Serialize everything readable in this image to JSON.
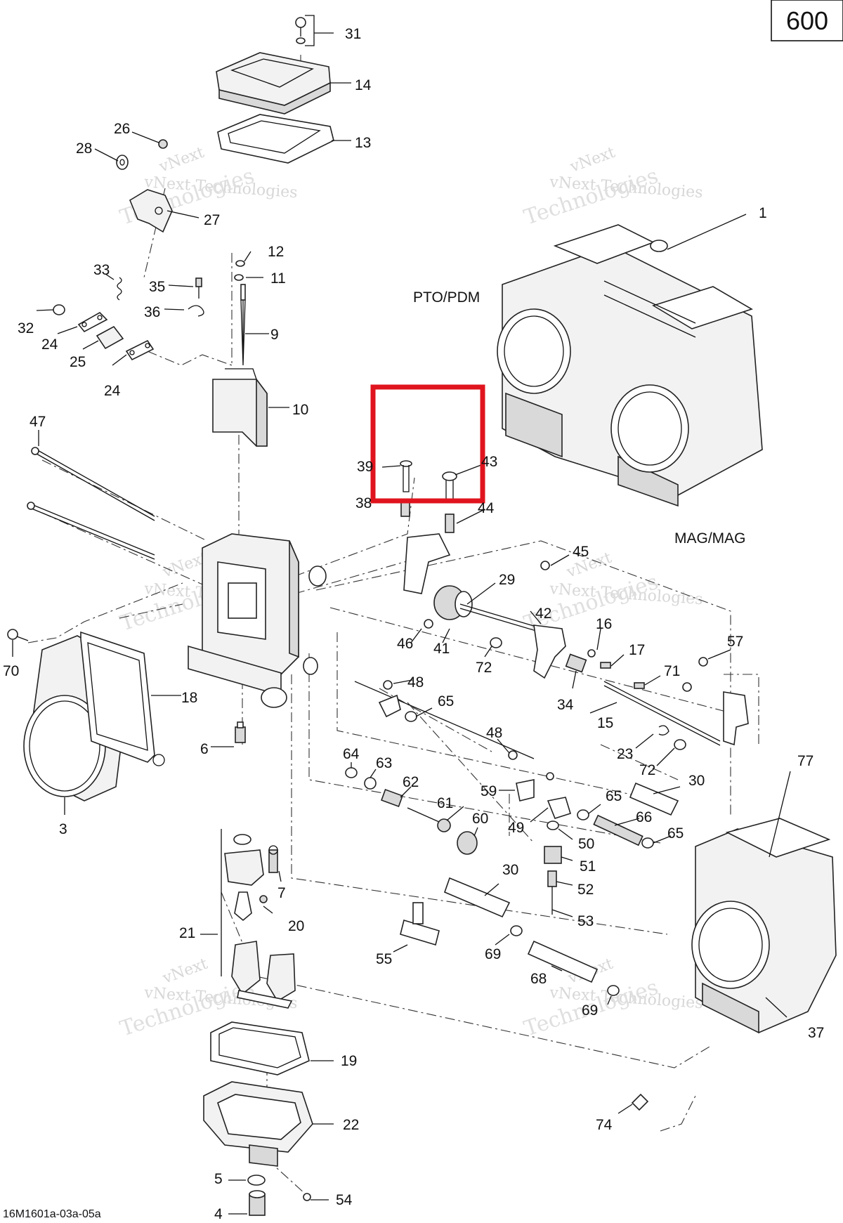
{
  "badge": "600",
  "footer_code": "16M1601a-03a-05a",
  "labels": {
    "pto": "PTO/PDM",
    "mag": "MAG/MAG"
  },
  "watermark": {
    "line1": "vNext",
    "line2": "vNext Technologies",
    "line3": "Technologies"
  },
  "highlight_color": "#e0141e",
  "callouts": {
    "n1": "1",
    "n3": "3",
    "n4": "4",
    "n5": "5",
    "n6": "6",
    "n7": "7",
    "n9": "9",
    "n10": "10",
    "n11": "11",
    "n12": "12",
    "n13": "13",
    "n14": "14",
    "n15": "15",
    "n16": "16",
    "n17": "17",
    "n18": "18",
    "n19": "19",
    "n20": "20",
    "n21": "21",
    "n22": "22",
    "n23": "23",
    "n24a": "24",
    "n24b": "24",
    "n25": "25",
    "n26": "26",
    "n27": "27",
    "n28": "28",
    "n29": "29",
    "n30a": "30",
    "n30b": "30",
    "n31": "31",
    "n32": "32",
    "n33": "33",
    "n34": "34",
    "n35": "35",
    "n36": "36",
    "n37": "37",
    "n38": "38",
    "n39": "39",
    "n41": "41",
    "n42": "42",
    "n43": "43",
    "n44": "44",
    "n45": "45",
    "n46": "46",
    "n47": "47",
    "n48a": "48",
    "n48b": "48",
    "n49": "49",
    "n50": "50",
    "n51": "51",
    "n52": "52",
    "n53": "53",
    "n54": "54",
    "n55": "55",
    "n57": "57",
    "n59": "59",
    "n60": "60",
    "n61": "61",
    "n62": "62",
    "n63": "63",
    "n64": "64",
    "n65a": "65",
    "n65b": "65",
    "n65c": "65",
    "n66": "66",
    "n68": "68",
    "n69a": "69",
    "n69b": "69",
    "n70": "70",
    "n71": "71",
    "n72a": "72",
    "n72b": "72",
    "n74": "74",
    "n77": "77"
  }
}
